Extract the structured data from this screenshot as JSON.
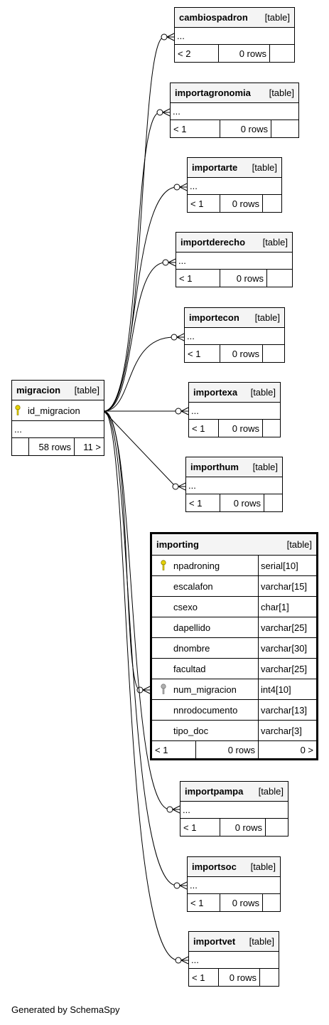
{
  "tables": [
    {
      "name": "cambiospadron",
      "type": "[table]",
      "content": "...",
      "foot": [
        "< 2",
        "0 rows",
        ""
      ]
    },
    {
      "name": "importagronomia",
      "type": "[table]",
      "content": "...",
      "foot": [
        "< 1",
        "0 rows",
        ""
      ]
    },
    {
      "name": "importarte",
      "type": "[table]",
      "content": "...",
      "foot": [
        "< 1",
        "0 rows",
        ""
      ]
    },
    {
      "name": "importderecho",
      "type": "[table]",
      "content": "...",
      "foot": [
        "< 1",
        "0 rows",
        ""
      ]
    },
    {
      "name": "importecon",
      "type": "[table]",
      "content": "...",
      "foot": [
        "< 1",
        "0 rows",
        ""
      ]
    },
    {
      "name": "importexa",
      "type": "[table]",
      "content": "...",
      "foot": [
        "< 1",
        "0 rows",
        ""
      ]
    },
    {
      "name": "importhum",
      "type": "[table]",
      "content": "...",
      "foot": [
        "< 1",
        "0 rows",
        ""
      ]
    },
    {
      "name": "importpampa",
      "type": "[table]",
      "content": "...",
      "foot": [
        "< 1",
        "0 rows",
        ""
      ]
    },
    {
      "name": "importsoc",
      "type": "[table]",
      "content": "...",
      "foot": [
        "< 1",
        "0 rows",
        ""
      ]
    },
    {
      "name": "importvet",
      "type": "[table]",
      "content": "...",
      "foot": [
        "< 1",
        "0 rows",
        ""
      ]
    }
  ],
  "migracion": {
    "name": "migracion",
    "type": "[table]",
    "pk": "id_migracion",
    "content": "...",
    "foot": [
      "",
      "58 rows",
      "11 >"
    ]
  },
  "importing": {
    "name": "importing",
    "type": "[table]",
    "columns": [
      {
        "name": "npadroning",
        "type": "serial[10]",
        "key": "primary"
      },
      {
        "name": "escalafon",
        "type": "varchar[15]",
        "key": ""
      },
      {
        "name": "csexo",
        "type": "char[1]",
        "key": ""
      },
      {
        "name": "dapellido",
        "type": "varchar[25]",
        "key": ""
      },
      {
        "name": "dnombre",
        "type": "varchar[30]",
        "key": ""
      },
      {
        "name": "facultad",
        "type": "varchar[25]",
        "key": ""
      },
      {
        "name": "num_migracion",
        "type": "int4[10]",
        "key": "foreign"
      },
      {
        "name": "nnrodocumento",
        "type": "varchar[13]",
        "key": ""
      },
      {
        "name": "tipo_doc",
        "type": "varchar[3]",
        "key": ""
      }
    ],
    "foot": [
      "< 1",
      "0 rows",
      "0 >"
    ]
  },
  "key_colors": {
    "primary": "#e6d200",
    "foreign": "#b0b0b0"
  },
  "footer": "Generated by SchemaSpy"
}
